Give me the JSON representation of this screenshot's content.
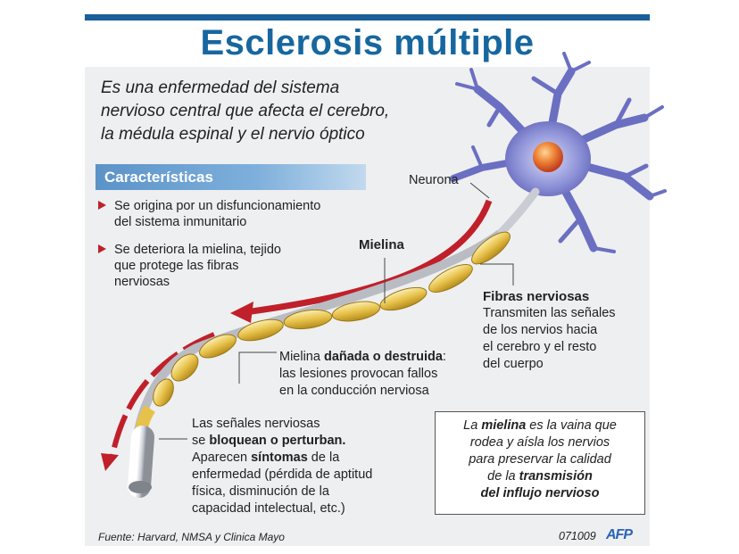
{
  "title": "Esclerosis múltiple",
  "intro": {
    "line1": "Es una enfermedad del sistema",
    "line2": "nervioso central que afecta el cerebro,",
    "line3": "la médula espinal y el nervio óptico"
  },
  "characteristics": {
    "heading": "Características",
    "bullet1": {
      "line1": "Se origina por un disfuncionamiento",
      "line2": "del sistema inmunitario"
    },
    "bullet2": {
      "line1": "Se deteriora la mielina, tejido",
      "line2": "que protege las fibras",
      "line3": "nerviosas"
    }
  },
  "labels": {
    "neurona": "Neurona",
    "mielina": "Mielina",
    "fibras": {
      "heading": "Fibras nerviosas",
      "line1": "Transmiten las señales",
      "line2": "de los nervios hacia",
      "line3": "el cerebro y el resto",
      "line4": "del cuerpo"
    },
    "danada": {
      "pre": "Mielina ",
      "bold": "dañada o destruida",
      "post": ":",
      "line2": "las lesiones provocan fallos",
      "line3": "en la conducción nerviosa"
    },
    "senales": {
      "line1": "Las señales nerviosas",
      "line2_pre": "se ",
      "line2_bold": "bloquean o perturban.",
      "line3_pre": "Aparecen ",
      "line3_bold": "síntomas",
      "line3_post": " de la",
      "line4": "enfermedad (pérdida de aptitud",
      "line5": "física, disminución de la",
      "line6": "capacidad intelectual, etc.)"
    }
  },
  "infobox": {
    "l1_pre": "La ",
    "l1_bold": "mielina",
    "l1_post": " es la vaina que",
    "l2": "rodea y aísla los nervios",
    "l3": "para preservar la calidad",
    "l4_pre": "de la ",
    "l4_bold": "transmisión",
    "l5_bold": "del influjo nervioso"
  },
  "footer": {
    "source": "Fuente: Harvard, NMSA y Clinica Mayo",
    "code": "071009",
    "agency": "AFP"
  },
  "colors": {
    "title_blue": "#17679f",
    "header_blue": "#5b93c8",
    "arrow_red": "#c0202a",
    "myelin_yellow": "#e9c84e",
    "neuron_purple": "#6b6fc2",
    "nucleus_orange": "#e8652a"
  }
}
